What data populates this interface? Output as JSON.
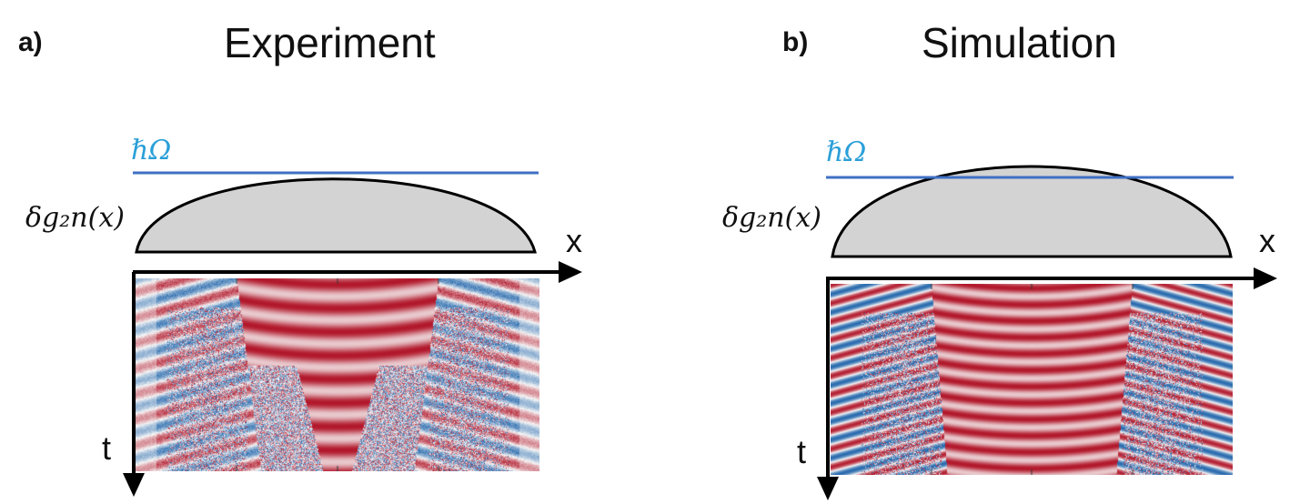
{
  "panels": [
    {
      "letter": "a)",
      "title": "Experiment",
      "heatmap_kind": "experiment"
    },
    {
      "letter": "b)",
      "title": "Simulation",
      "heatmap_kind": "simulation"
    }
  ],
  "labels": {
    "hbar_omega": "ℏΩ",
    "density": "δg₂n(x)",
    "x_axis": "x",
    "t_axis": "t"
  },
  "colors": {
    "profile_fill": "#d3d3d3",
    "profile_stroke": "#000000",
    "level_line": "#3f6fc4",
    "hbar_text": "#2a9fd8",
    "heat_positive": "#b2182b",
    "heat_negative": "#2166ac"
  }
}
